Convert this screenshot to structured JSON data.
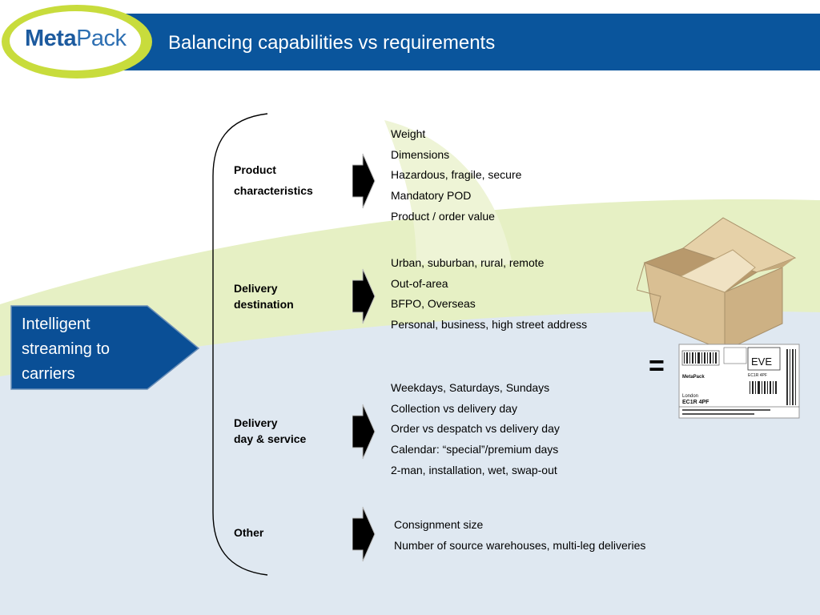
{
  "header": {
    "title": "Balancing capabilities vs requirements",
    "logo_bold": "Meta",
    "logo_light": "Pack"
  },
  "main_box": {
    "lines": [
      "Intelligent",
      "streaming to",
      "carriers"
    ]
  },
  "categories": [
    {
      "label": [
        "Product",
        "characteristics"
      ],
      "items": [
        "Weight",
        "Dimensions",
        "Hazardous, fragile, secure",
        "Mandatory POD",
        "Product / order value"
      ]
    },
    {
      "label": [
        "Delivery",
        "destination"
      ],
      "items": [
        "Urban, suburban, rural, remote",
        "Out-of-area",
        "BFPO, Overseas",
        "Personal, business, high street address"
      ]
    },
    {
      "label": [
        "Delivery",
        "day & service"
      ],
      "items": [
        "Weekdays, Saturdays, Sundays",
        "Collection vs delivery day",
        "Order vs despatch vs delivery day",
        "Calendar: “special”/premium days",
        "2-man, installation, wet, swap-out"
      ]
    },
    {
      "label": [
        "Other"
      ],
      "items": [
        "Consignment size",
        "Number of source warehouses, multi-leg deliveries"
      ]
    }
  ],
  "equals": "=",
  "shipping_label": {
    "service": "EVE",
    "company": "MetaPack",
    "city": "London",
    "postcode": "EC1R 4PF"
  },
  "colors": {
    "header_blue": "#0a559c",
    "logo_green": "#c8dc3c",
    "box_fill": "#0a4f96"
  }
}
